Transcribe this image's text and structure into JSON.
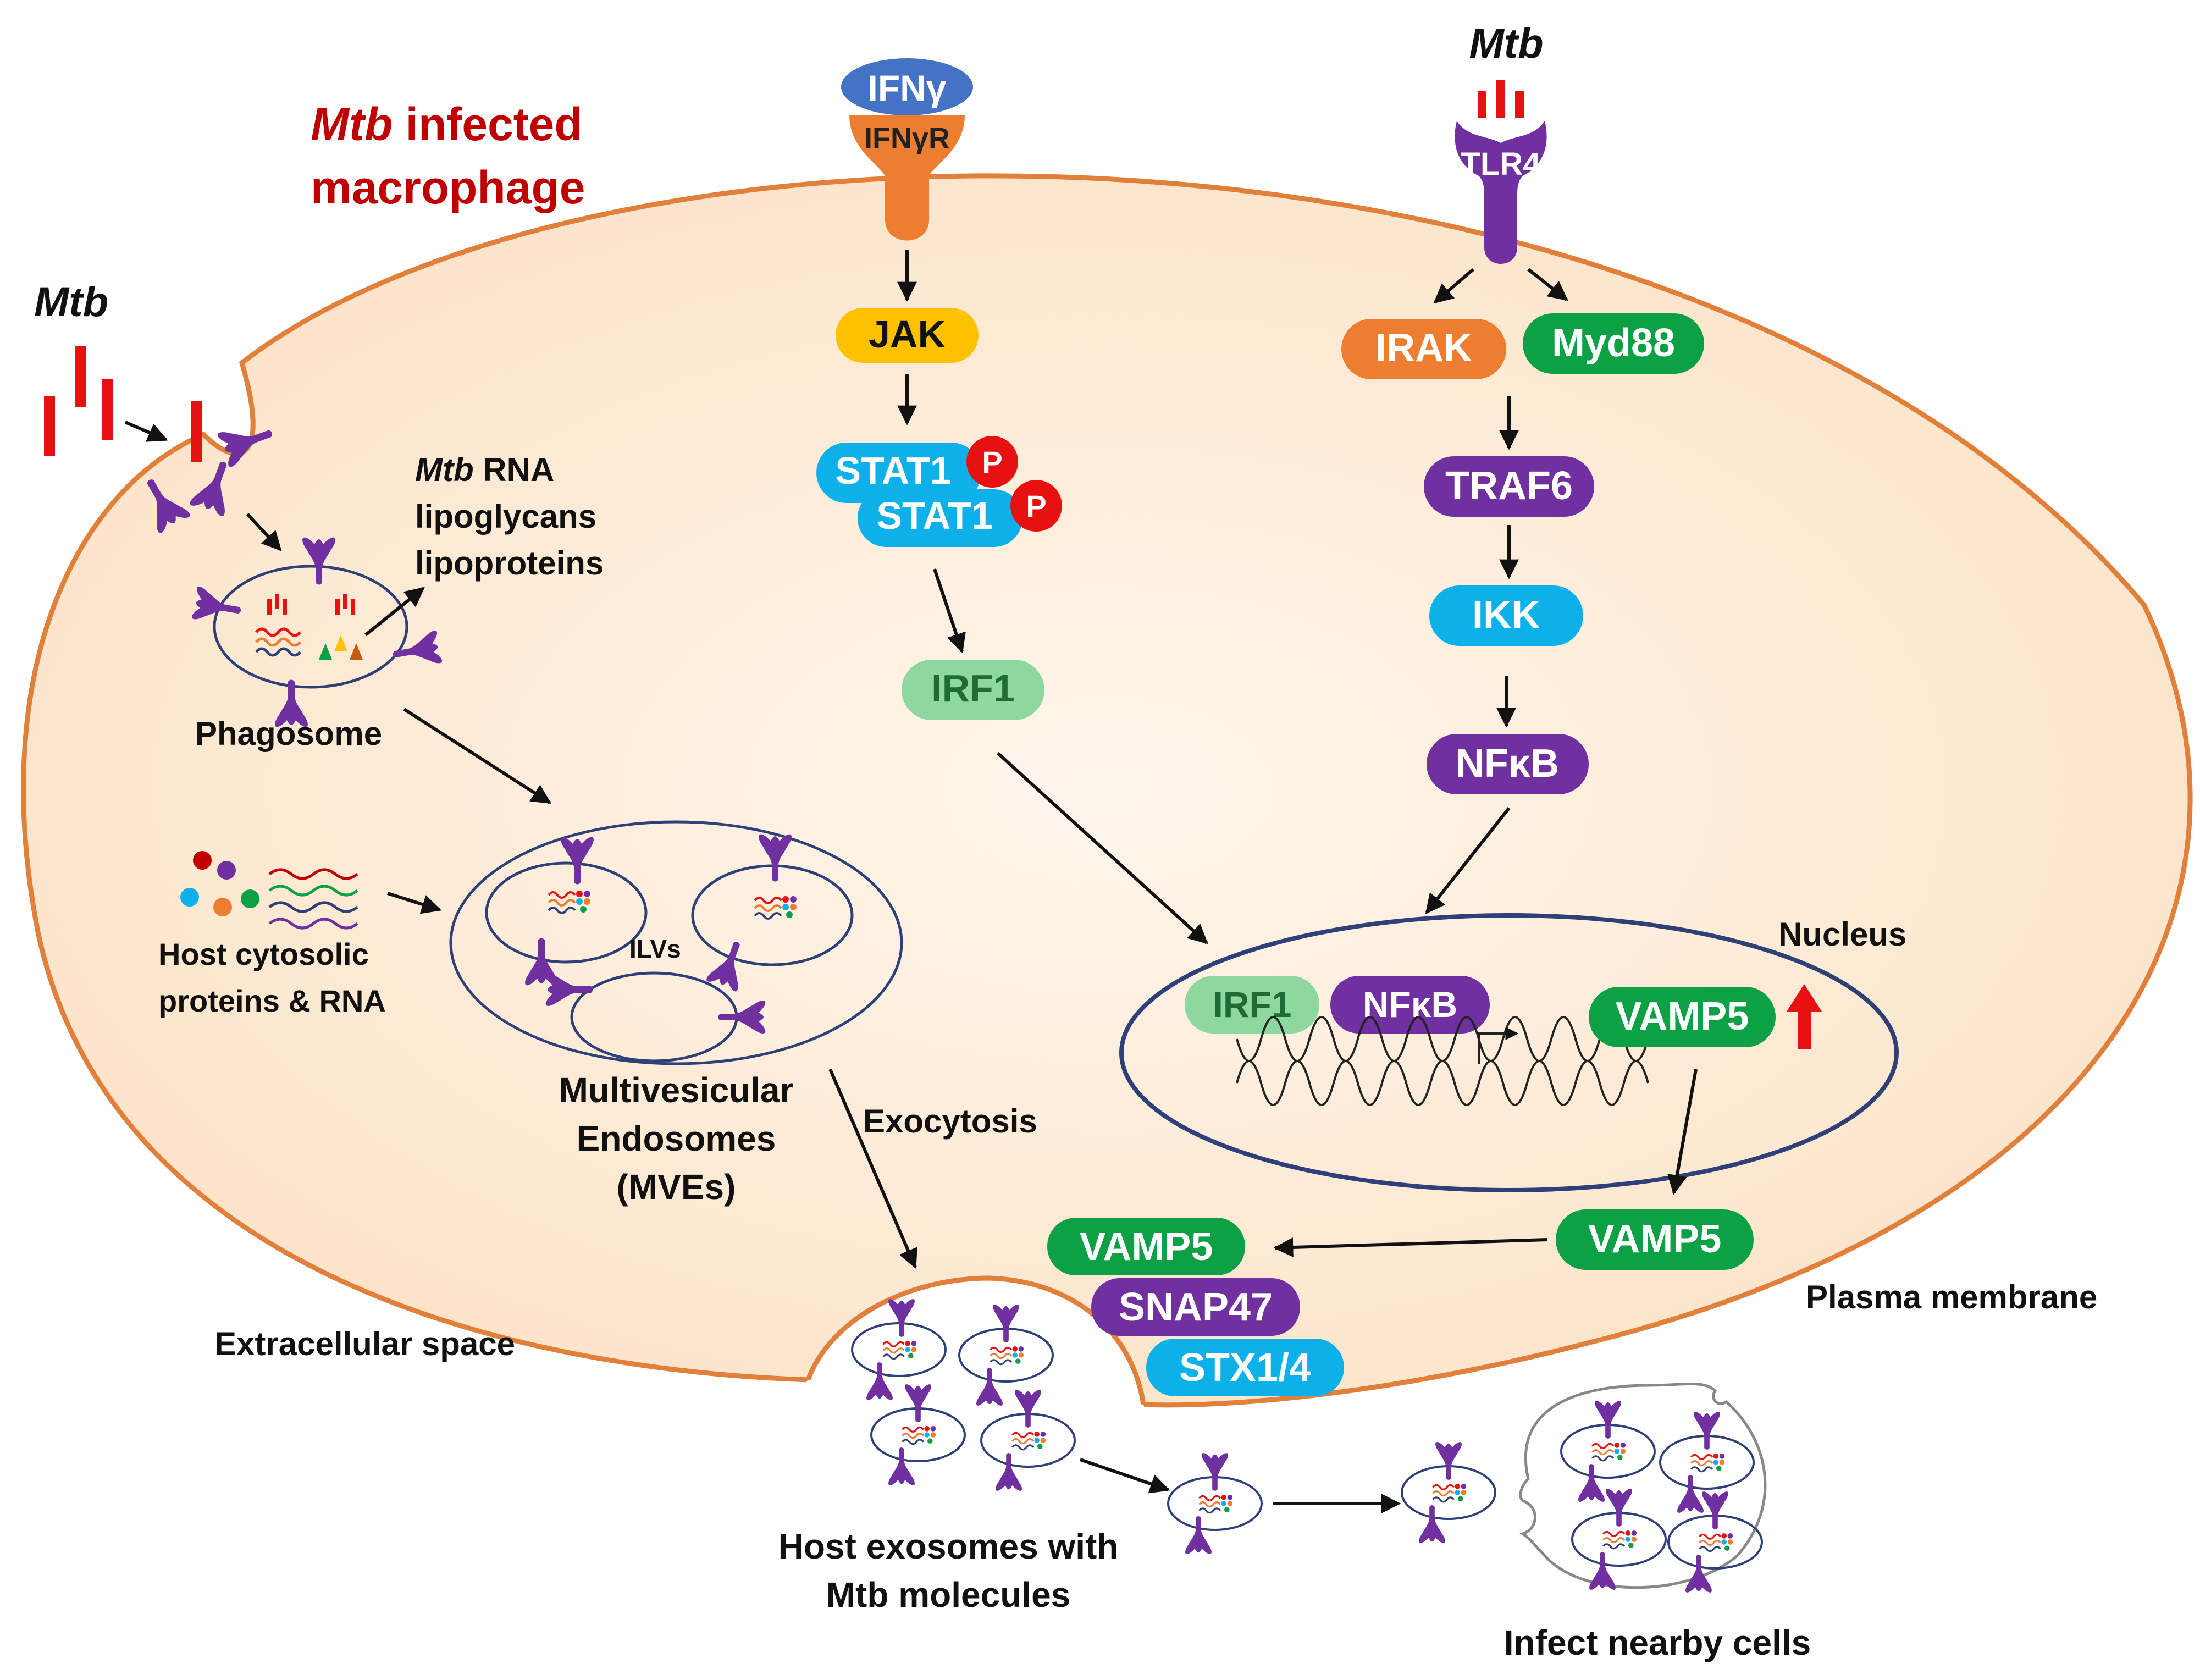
{
  "header": {
    "mtb": "Mtb",
    "infected": " infected",
    "macrophage": "macrophage"
  },
  "mtb_top": "Mtb",
  "mtb_left": "Mtb",
  "ifng": {
    "ligand": "IFNγ",
    "receptor": "IFNγR",
    "jak": "JAK",
    "stat1": "STAT1",
    "p": "P",
    "irf1": "IRF1"
  },
  "tlr": {
    "receptor": "TLR4",
    "irak": "IRAK",
    "myd88": "Myd88",
    "traf6": "TRAF6",
    "ikk": "IKK",
    "nfkb": "NFκB"
  },
  "nucleus": {
    "label": "Nucleus",
    "irf1": "IRF1",
    "nfkb": "NFκB",
    "vamp5": "VAMP5"
  },
  "phagosome": {
    "label": "Phagosome",
    "cargo_mtb": "Mtb",
    "cargo_rna": " RNA",
    "cargo_2": "lipoglycans",
    "cargo_3": "lipoproteins"
  },
  "host_cyto": {
    "line1": "Host cytosolic",
    "line2": "proteins & RNA"
  },
  "mve": {
    "ilv": "ILVs",
    "line1": "Multivesicular",
    "line2": "Endosomes",
    "line3": "(MVEs)"
  },
  "exocytosis": "Exocytosis",
  "snare": {
    "vamp5_cyt": "VAMP5",
    "vamp5_mem": "VAMP5",
    "snap47": "SNAP47",
    "stx": "STX1/4"
  },
  "plasma_membrane": "Plasma membrane",
  "extracellular": "Extracellular space",
  "exosome_caption": {
    "line1": "Host exosomes with",
    "line2": "Mtb molecules"
  },
  "infect": "Infect nearby cells",
  "colors": {
    "membrane": "#E0803A",
    "cell_fill": "#FDE7CF",
    "purple": "#7030A0",
    "green": "#0EA045",
    "blue": "#0EB0EA",
    "orange": "#ED7D31",
    "yellow": "#FFC000",
    "irf": "#8ED8A0",
    "red": "#E81010",
    "navy": "#2F3F78"
  }
}
